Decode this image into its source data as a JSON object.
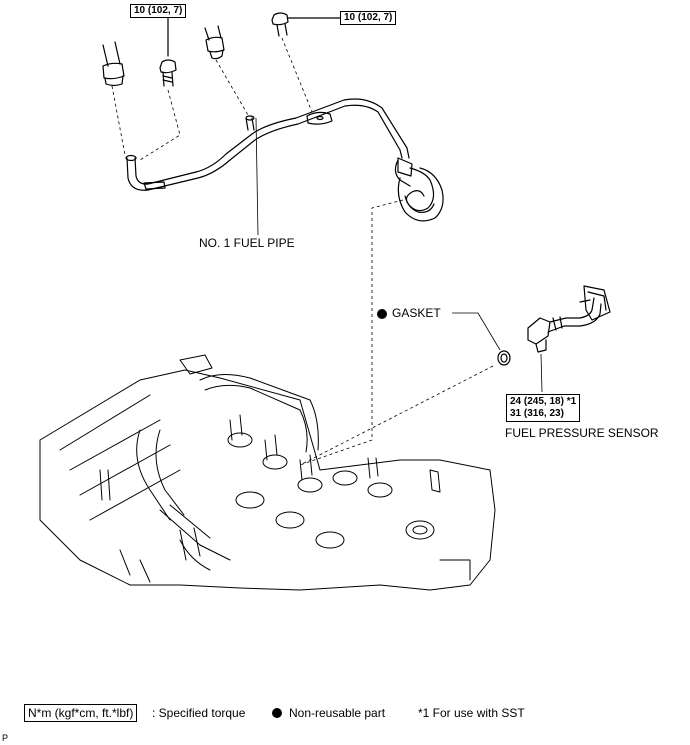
{
  "labels": {
    "torque_top_left": "10 (102, 7)",
    "torque_top_right": "10 (102, 7)",
    "fuel_pipe": "NO. 1 FUEL PIPE",
    "gasket": "GASKET",
    "sensor_torque_1": "24 (245, 18) *1",
    "sensor_torque_2": "31 (316, 23)",
    "fuel_pressure_sensor": "FUEL PRESSURE SENSOR"
  },
  "legend": {
    "unit_box": "N*m (kgf*cm, ft.*lbf)",
    "unit_desc": ": Specified torque",
    "nonreusable": "Non-reusable part",
    "sst_note": "*1 For use with SST"
  },
  "corner_mark": "P"
}
